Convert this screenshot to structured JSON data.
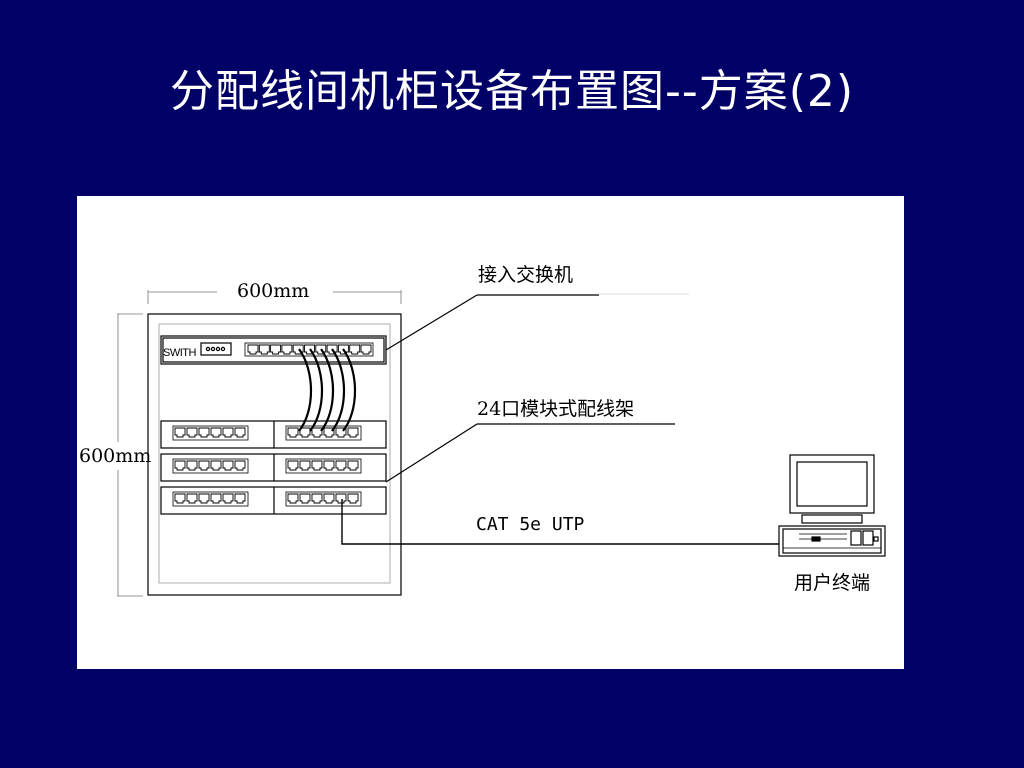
{
  "slide": {
    "title": "分配线间机柜设备布置图--方案(2)"
  },
  "diagram": {
    "width_label": "600mm",
    "height_label": "600mm",
    "switch_text": "SWITH",
    "callouts": {
      "switch": "接入交换机",
      "patch_panel": "24口模块式配线架",
      "cable": "CAT  5e  UTP",
      "terminal": "用户终端"
    },
    "colors": {
      "background": "#000066",
      "panel": "#ffffff",
      "line": "#000000"
    }
  }
}
